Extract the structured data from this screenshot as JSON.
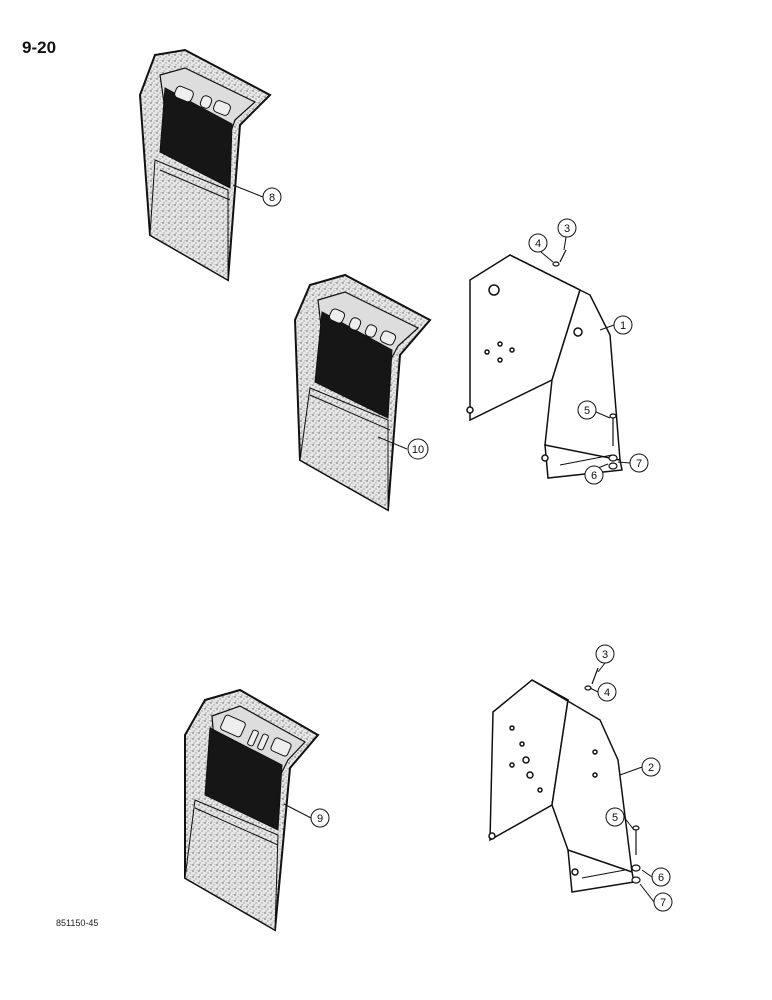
{
  "page": {
    "number": "9-20",
    "figure_code": "851150-45"
  },
  "callouts": {
    "c1": "1",
    "c2": "2",
    "c3a": "3",
    "c3b": "3",
    "c4a": "4",
    "c4b": "4",
    "c5a": "5",
    "c5b": "5",
    "c6a": "6",
    "c6b": "6",
    "c7a": "7",
    "c7b": "7",
    "c8": "8",
    "c9": "9",
    "c10": "10"
  },
  "colors": {
    "ink": "#111111",
    "panel_dark": "#161616",
    "speckle": "#d9d9d9",
    "paper": "#ffffff"
  }
}
